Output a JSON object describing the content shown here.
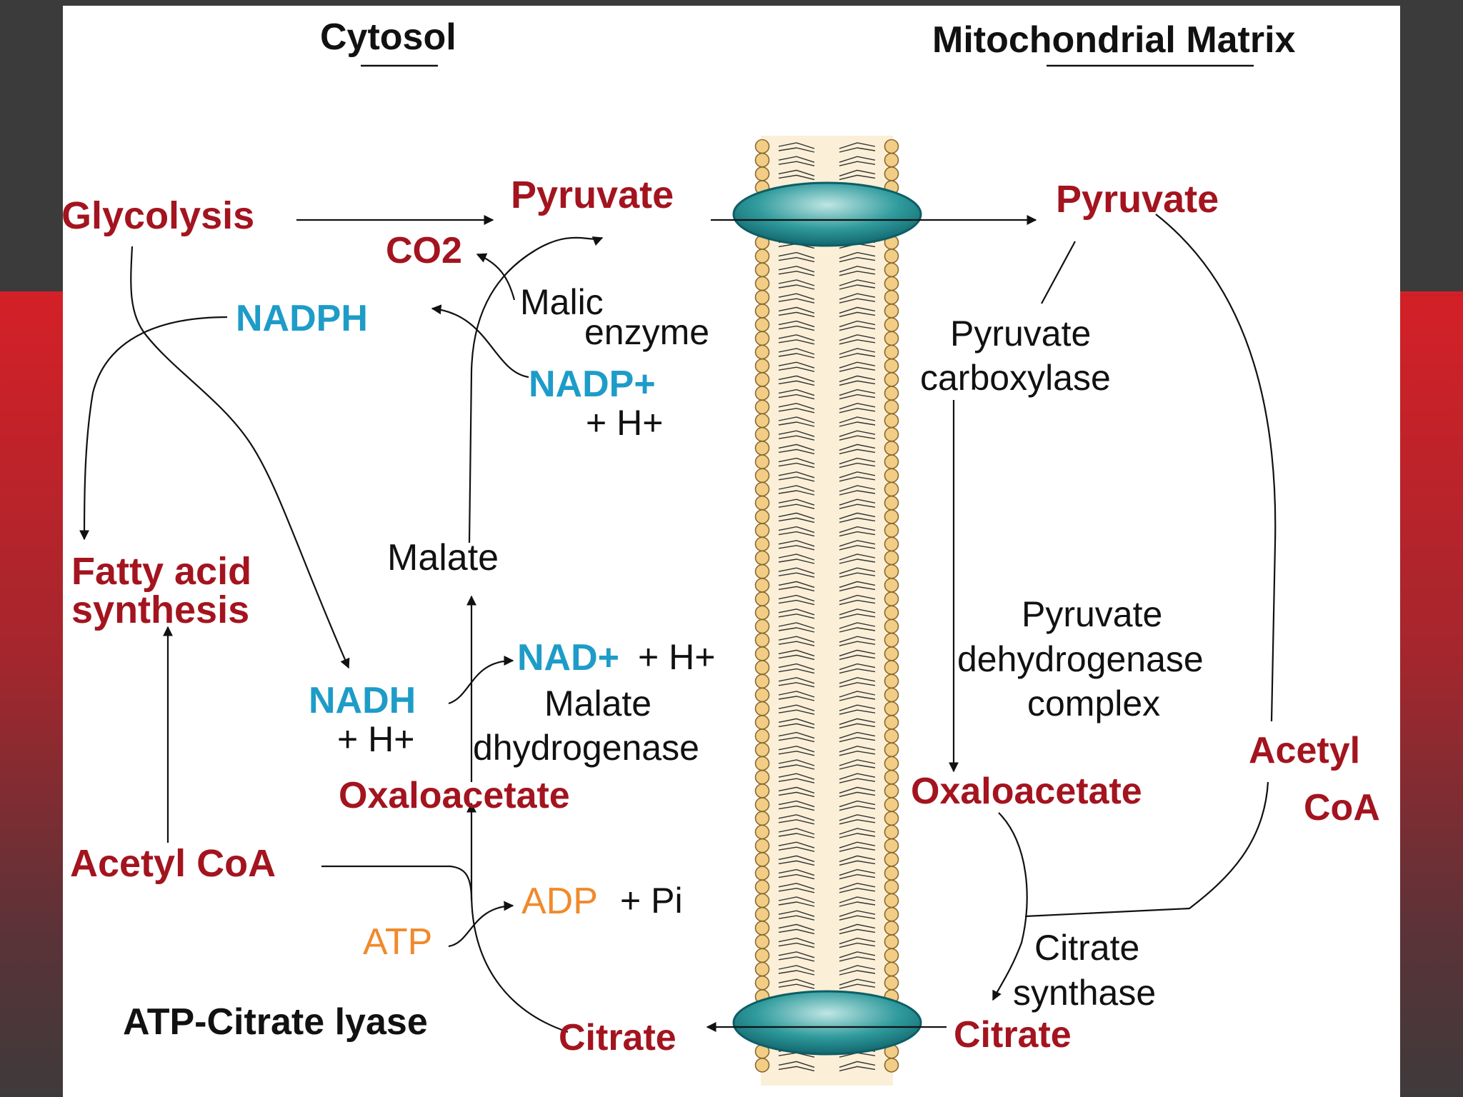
{
  "headers": {
    "cytosol": "Cytosol",
    "matrix": "Mitochondrial Matrix"
  },
  "cytosol": {
    "glycolysis": "Glycolysis",
    "pyruvate": "Pyruvate",
    "co2": "CO2",
    "nadph": "NADPH",
    "malic_enzyme_1": "Malic",
    "malic_enzyme_2": "enzyme",
    "nadp": "NADP+",
    "nadp_h": "+ H+",
    "fatty_acid_1": "Fatty acid",
    "fatty_acid_2": "synthesis",
    "malate": "Malate",
    "nad": "NAD+",
    "nad_h": "+ H+",
    "nadh": "NADH",
    "nadh_h": "+ H+",
    "malate_dh_1": "Malate",
    "malate_dh_2": "dhydrogenase",
    "oxaloacetate": "Oxaloacetate",
    "acetyl_coa": "Acetyl CoA",
    "adp": "ADP",
    "pi": "+ Pi",
    "atp": "ATP",
    "atp_citrate_lyase": "ATP-Citrate lyase",
    "citrate": "Citrate"
  },
  "matrix": {
    "pyruvate": "Pyruvate",
    "pyruvate_carboxylase_1": "Pyruvate",
    "pyruvate_carboxylase_2": "carboxylase",
    "pdh_1": "Pyruvate",
    "pdh_2": "dehydrogenase",
    "pdh_3": "complex",
    "oxaloacetate": "Oxaloacetate",
    "acetyl_1": "Acetyl",
    "acetyl_2": "CoA",
    "citrate_synthase_1": "Citrate",
    "citrate_synthase_2": "synthase",
    "citrate": "Citrate"
  },
  "colors": {
    "metabolite": "#a3141f",
    "cofactor": "#1e9cc8",
    "atp": "#f08a2c",
    "transporter": "#1f8a8c",
    "lipid_head": "#f2cd86"
  }
}
